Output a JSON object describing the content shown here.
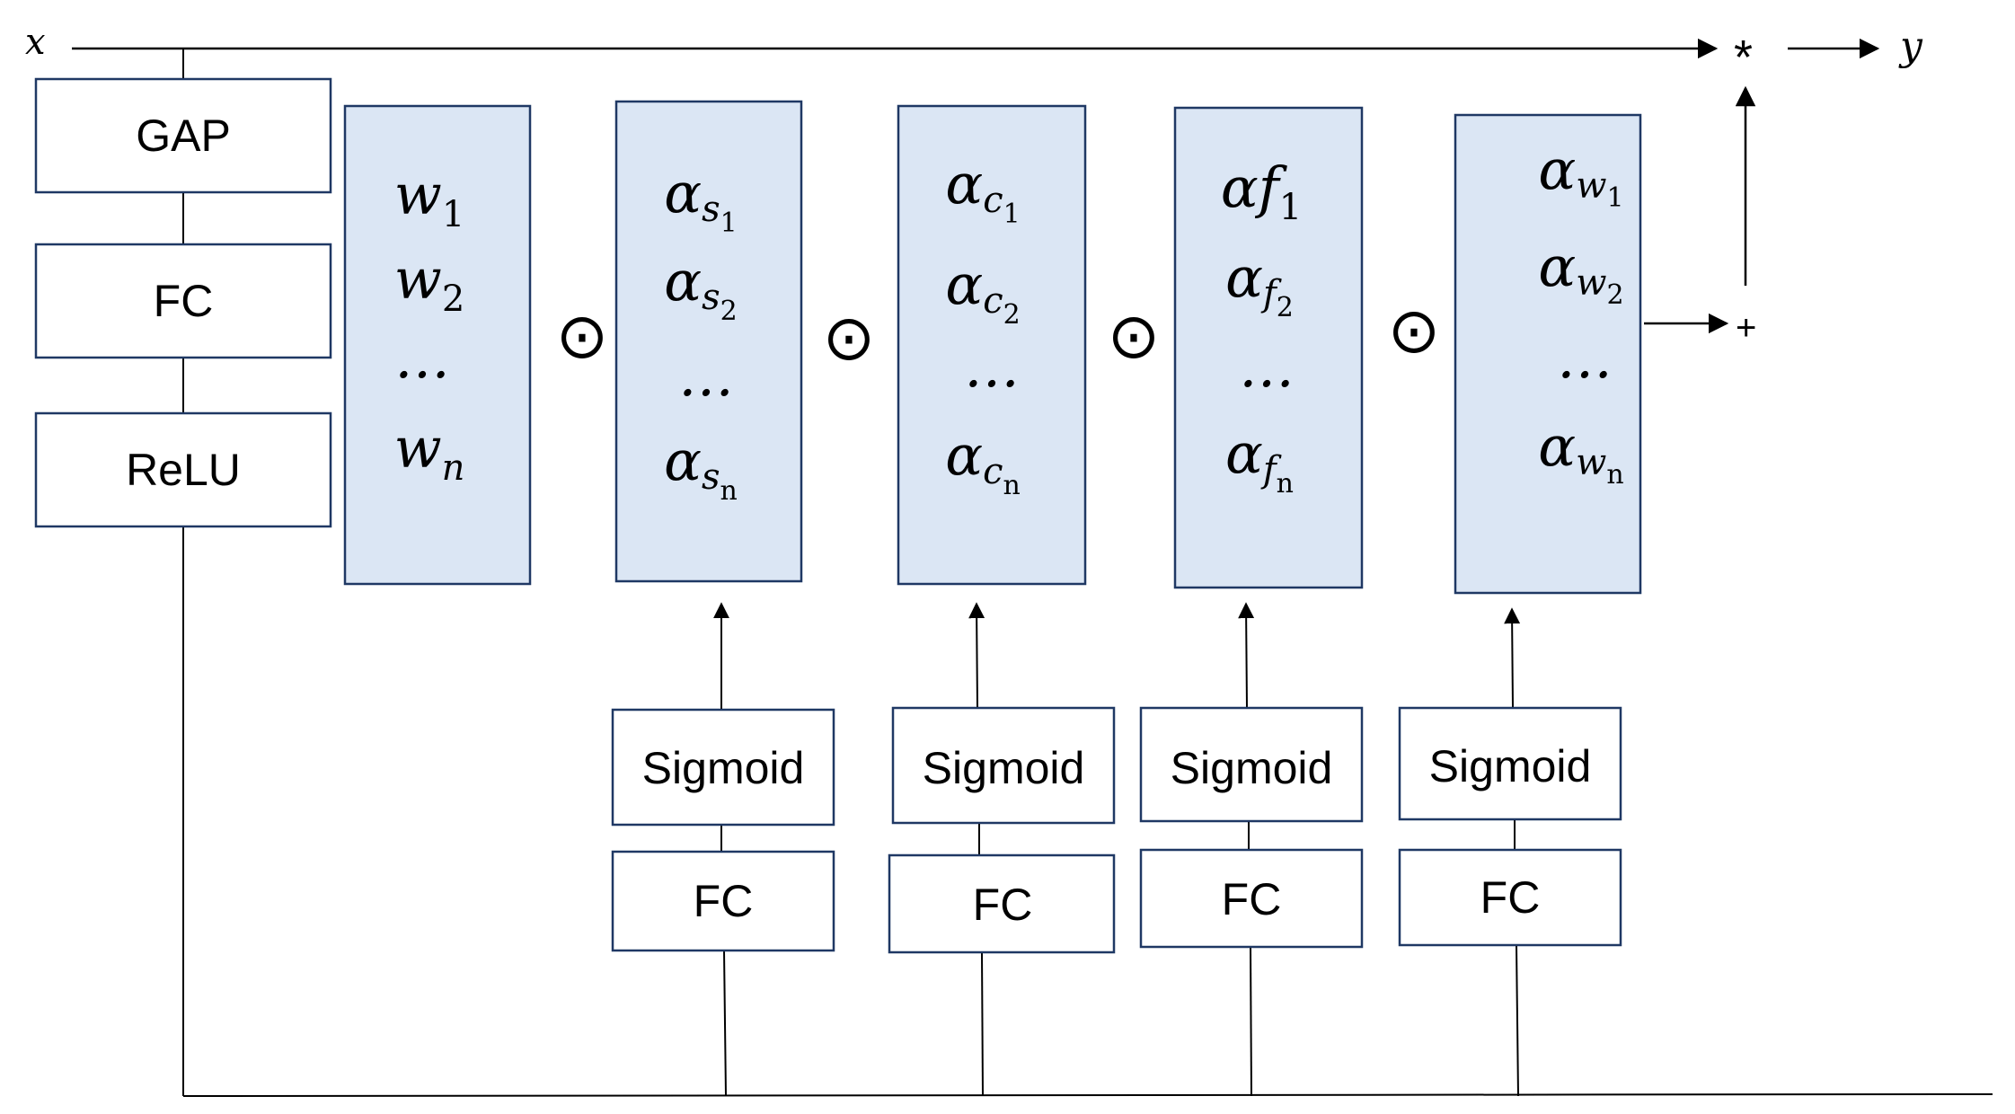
{
  "input_label": "x",
  "output_label": "y",
  "multiply_symbol": "*",
  "plus_symbol": "+",
  "hadamard_symbol": "⊙",
  "left_stack": [
    "GAP",
    "FC",
    "ReLU"
  ],
  "branches": [
    {
      "top": "Sigmoid",
      "bottom": "FC"
    },
    {
      "top": "Sigmoid",
      "bottom": "FC"
    },
    {
      "top": "Sigmoid",
      "bottom": "FC"
    },
    {
      "top": "Sigmoid",
      "bottom": "FC"
    }
  ],
  "vectors": [
    {
      "rows": [
        {
          "base": "w",
          "sub": "1",
          "sub2": ""
        },
        {
          "base": "w",
          "sub": "2",
          "sub2": ""
        },
        {
          "base": "…",
          "sub": "",
          "sub2": ""
        },
        {
          "base": "w",
          "sub": "n",
          "sub2": ""
        }
      ]
    },
    {
      "rows": [
        {
          "base": "α",
          "sub": "s",
          "sub2": "1"
        },
        {
          "base": "α",
          "sub": "s",
          "sub2": "2"
        },
        {
          "base": "…",
          "sub": "",
          "sub2": ""
        },
        {
          "base": "α",
          "sub": "s",
          "sub2": "n"
        }
      ]
    },
    {
      "rows": [
        {
          "base": "α",
          "sub": "c",
          "sub2": "1"
        },
        {
          "base": "α",
          "sub": "c",
          "sub2": "2"
        },
        {
          "base": "…",
          "sub": "",
          "sub2": ""
        },
        {
          "base": "α",
          "sub": "c",
          "sub2": "n"
        }
      ]
    },
    {
      "rows": [
        {
          "base": "αf",
          "sub": "1",
          "sub2": ""
        },
        {
          "base": "α",
          "sub": "f",
          "sub2": "2"
        },
        {
          "base": "…",
          "sub": "",
          "sub2": ""
        },
        {
          "base": "α",
          "sub": "f",
          "sub2": "n"
        }
      ]
    },
    {
      "rows": [
        {
          "base": "α",
          "sub": "w",
          "sub2": "1"
        },
        {
          "base": "α",
          "sub": "w",
          "sub2": "2"
        },
        {
          "base": "…",
          "sub": "",
          "sub2": ""
        },
        {
          "base": "α",
          "sub": "w",
          "sub2": "n"
        }
      ]
    }
  ],
  "colors": {
    "vector_fill": "#dbe6f4",
    "vector_stroke": "#1f3864",
    "box_stroke": "#1f3864",
    "line": "#000000"
  }
}
